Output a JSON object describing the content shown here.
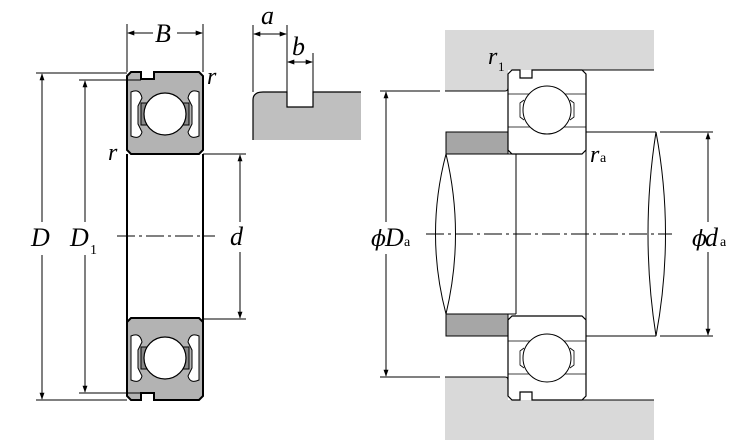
{
  "diagram": {
    "title": "Deep groove ball bearing with snap-ring groove — dimensions and mounting",
    "labels": {
      "width": "B",
      "chamfer_outer": "r",
      "chamfer_inner": "r",
      "outer_diameter": "D",
      "groove_diameter_main": "D",
      "groove_diameter_sub": "1",
      "bore": "d",
      "groove_position": "a",
      "groove_width": "b",
      "housing_fillet_main": "r",
      "housing_fillet_sub": "1",
      "shaft_fillet_main": "r",
      "shaft_fillet_sub": "a",
      "housing_shoulder_phi": "ϕ",
      "housing_shoulder_main": "D",
      "housing_shoulder_sub": "a",
      "shaft_shoulder_phi": "ϕ",
      "shaft_shoulder_main": "d",
      "shaft_shoulder_sub": "a"
    },
    "colors": {
      "ring_fill": "#b3b3b3",
      "housing_fill": "#d9d9d9",
      "spacer_fill": "#a6a6a6",
      "groove_detail_fill": "#bfbfbf",
      "line": "#000000"
    }
  }
}
